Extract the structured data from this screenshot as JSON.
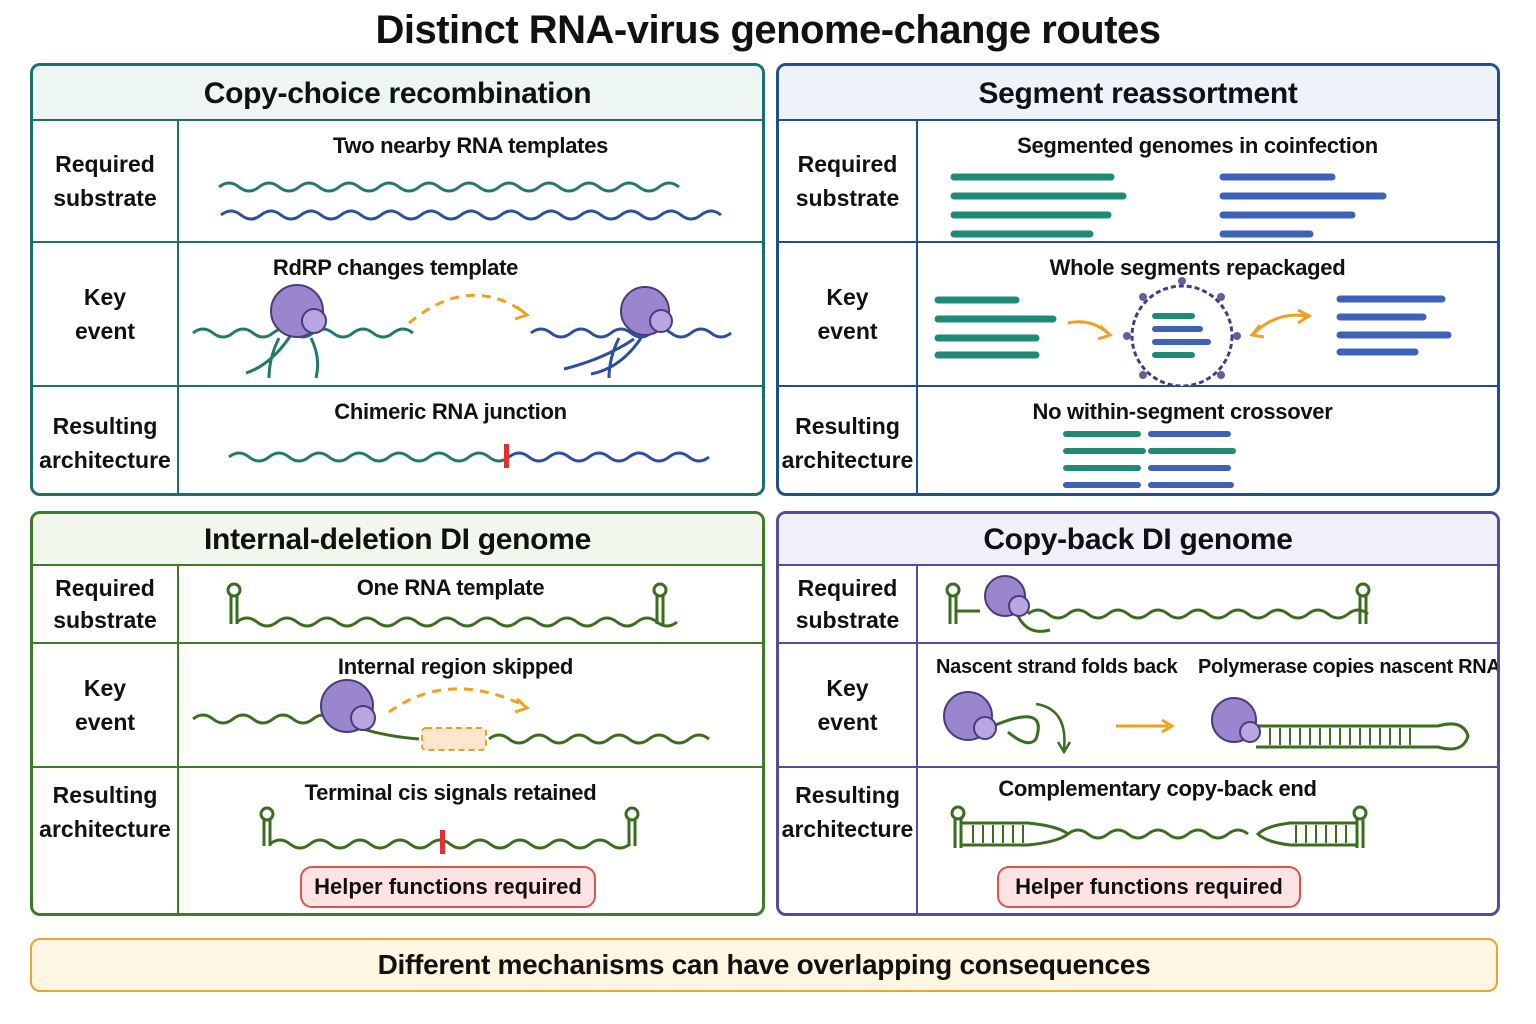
{
  "title": "Distinct RNA-virus genome-change routes",
  "row_labels": {
    "substrate": "Required\nsubstrate",
    "event": "Key\nevent",
    "architecture": "Resulting\narchitecture"
  },
  "panels": {
    "copy_choice": {
      "heading": "Copy-choice recombination",
      "color": "#1d6f6a",
      "substrate_caption": "Two nearby RNA templates",
      "event_caption": "RdRP changes template",
      "architecture_caption": "Chimeric RNA junction"
    },
    "reassortment": {
      "heading": "Segment reassortment",
      "color": "#1f4f8f",
      "substrate_caption": "Segmented genomes in coinfection",
      "event_caption": "Whole segments repackaged",
      "architecture_caption": "No within-segment crossover"
    },
    "internal_deletion": {
      "heading": "Internal-deletion DI genome",
      "color": "#3f7a2a",
      "substrate_caption": "One RNA template",
      "event_caption": "Internal region skipped",
      "architecture_caption": "Terminal cis signals retained",
      "badge": "Helper functions required"
    },
    "copy_back": {
      "heading": "Copy-back DI genome",
      "color": "#5b4a9a",
      "event_caption_left": "Nascent strand folds back",
      "event_caption_right": "Polymerase copies nascent RNA",
      "architecture_caption": "Complementary copy-back end",
      "badge": "Helper functions required"
    }
  },
  "footer": "Different mechanisms can have overlapping consequences",
  "colors": {
    "teal_rna": "#1f7a6b",
    "blue_rna": "#2a4f9e",
    "green_rna": "#3a6e1f",
    "polymerase": "#9a86cc",
    "arrow": "#f0a020",
    "junction": "#e03030"
  }
}
